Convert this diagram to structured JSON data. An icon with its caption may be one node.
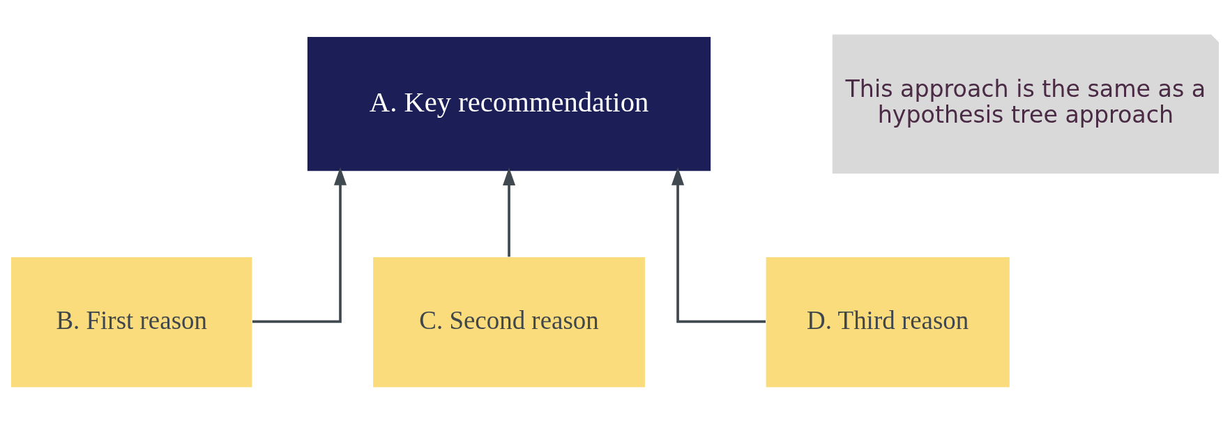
{
  "diagram": {
    "nodes": [
      {
        "text": [
          "A. Key recommendation"
        ]
      },
      {
        "text": [
          "B. First reason"
        ]
      },
      {
        "text": [
          "C. Second reason"
        ]
      },
      {
        "text": [
          "D. Third reason"
        ]
      },
      {
        "text": [
          "This approach is the same as a hypothesis tree approach"
        ]
      }
    ],
    "edges": [
      {
        "from": 1,
        "to": 0,
        "arrow": "to"
      },
      {
        "from": 2,
        "to": 0,
        "arrow": "to"
      },
      {
        "from": 3,
        "to": 0,
        "arrow": "to"
      }
    ]
  }
}
